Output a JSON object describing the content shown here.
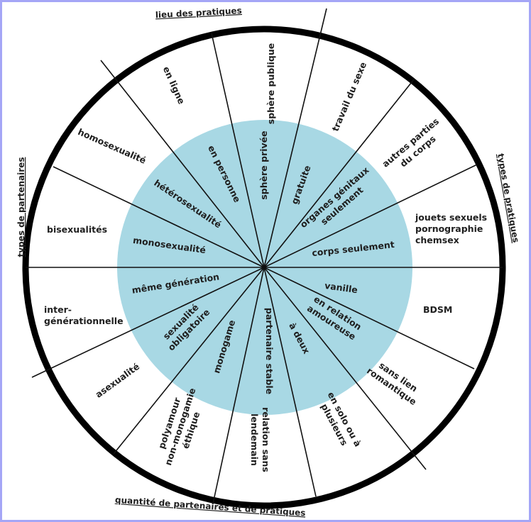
{
  "colors": {
    "frame": "#a5a6f6",
    "inner": "#a8d8e4",
    "ring": "#000000",
    "line": "#111111"
  },
  "edge_labels": {
    "top": "lieu des pratiques",
    "left": "types de partenaires",
    "right": "types de pratiques",
    "bottom": "quantité de partenaires et de pratiques"
  },
  "outer": {
    "sphere_publique": "sphère publique",
    "travail_du_sexe": "travail du sexe",
    "autres_parties": [
      "autres parties",
      "du corps"
    ],
    "jouets": [
      "jouets sexuels",
      "pornographie",
      "chemsex"
    ],
    "bdsm": "BDSM",
    "sans_lien": [
      "sans lien",
      "romantique"
    ],
    "en_solo": [
      "en solo ou à",
      "plusieurs"
    ],
    "relation_sans": [
      "relation sans",
      "lendemain"
    ],
    "polyamour": [
      "polyamour",
      "non-monogamie",
      "éthique"
    ],
    "asexualite": "asexualité",
    "inter": [
      "inter-",
      "générationnelle"
    ],
    "bisexualites": "bisexualités",
    "homosexualite": "homosexualité",
    "en_ligne": "en ligne"
  },
  "inner": {
    "sphere_privee": "sphère privée",
    "gratuite": "gratuite",
    "organes": [
      "organes  génitaux",
      "seulement"
    ],
    "corps_seulement": "corps seulement",
    "vanille": "vanille",
    "en_relation": [
      "en relation",
      "amoureuse"
    ],
    "a_deux": "à deux",
    "partenaire_stable": "partenaire stable",
    "monogame": "monogame",
    "sexualite_obligatoire": [
      "sexualité",
      "obligatoire"
    ],
    "meme_generation": "même génération",
    "monosexualite": "monosexualité",
    "heterosexualite": "hétérosexualité",
    "en_personne": "en personne"
  }
}
